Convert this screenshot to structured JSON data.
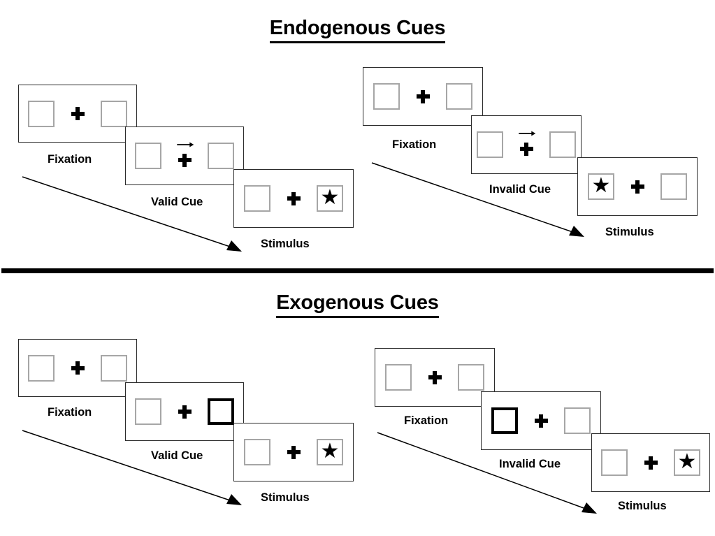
{
  "page": {
    "background": "#ffffff",
    "ink": "#000000",
    "box_border_color": "#a6a6a6",
    "cued_box_border_color": "#000000",
    "frame_border_color": "#2b2b2b"
  },
  "sections": [
    {
      "id": "endogenous",
      "title": "Endogenous Cues",
      "conditions": [
        {
          "id": "endo-valid",
          "panels": [
            {
              "caption": "Fixation",
              "left_box": {
                "cued": false,
                "content": ""
              },
              "right_box": {
                "cued": false,
                "content": ""
              },
              "cue_arrow": false
            },
            {
              "caption": "Valid Cue",
              "left_box": {
                "cued": false,
                "content": ""
              },
              "right_box": {
                "cued": false,
                "content": ""
              },
              "cue_arrow": true,
              "cue_arrow_direction": "right"
            },
            {
              "caption": "Stimulus",
              "left_box": {
                "cued": false,
                "content": ""
              },
              "right_box": {
                "cued": false,
                "content": "★"
              },
              "cue_arrow": false
            }
          ]
        },
        {
          "id": "endo-invalid",
          "panels": [
            {
              "caption": "Fixation",
              "left_box": {
                "cued": false,
                "content": ""
              },
              "right_box": {
                "cued": false,
                "content": ""
              },
              "cue_arrow": false
            },
            {
              "caption": "Invalid Cue",
              "left_box": {
                "cued": false,
                "content": ""
              },
              "right_box": {
                "cued": false,
                "content": ""
              },
              "cue_arrow": true,
              "cue_arrow_direction": "right"
            },
            {
              "caption": "Stimulus",
              "left_box": {
                "cued": false,
                "content": "★"
              },
              "right_box": {
                "cued": false,
                "content": ""
              },
              "cue_arrow": false
            }
          ]
        }
      ]
    },
    {
      "id": "exogenous",
      "title": "Exogenous Cues",
      "conditions": [
        {
          "id": "exo-valid",
          "panels": [
            {
              "caption": "Fixation",
              "left_box": {
                "cued": false,
                "content": ""
              },
              "right_box": {
                "cued": false,
                "content": ""
              },
              "cue_arrow": false
            },
            {
              "caption": "Valid Cue",
              "left_box": {
                "cued": false,
                "content": ""
              },
              "right_box": {
                "cued": true,
                "content": ""
              },
              "cue_arrow": false
            },
            {
              "caption": "Stimulus",
              "left_box": {
                "cued": false,
                "content": ""
              },
              "right_box": {
                "cued": false,
                "content": "★"
              },
              "cue_arrow": false
            }
          ]
        },
        {
          "id": "exo-invalid",
          "panels": [
            {
              "caption": "Fixation",
              "left_box": {
                "cued": false,
                "content": ""
              },
              "right_box": {
                "cued": false,
                "content": ""
              },
              "cue_arrow": false
            },
            {
              "caption": "Invalid Cue",
              "left_box": {
                "cued": true,
                "content": ""
              },
              "right_box": {
                "cued": false,
                "content": ""
              },
              "cue_arrow": false
            },
            {
              "caption": "Stimulus",
              "left_box": {
                "cued": false,
                "content": ""
              },
              "right_box": {
                "cued": false,
                "content": "★"
              },
              "cue_arrow": false
            }
          ]
        }
      ]
    }
  ]
}
